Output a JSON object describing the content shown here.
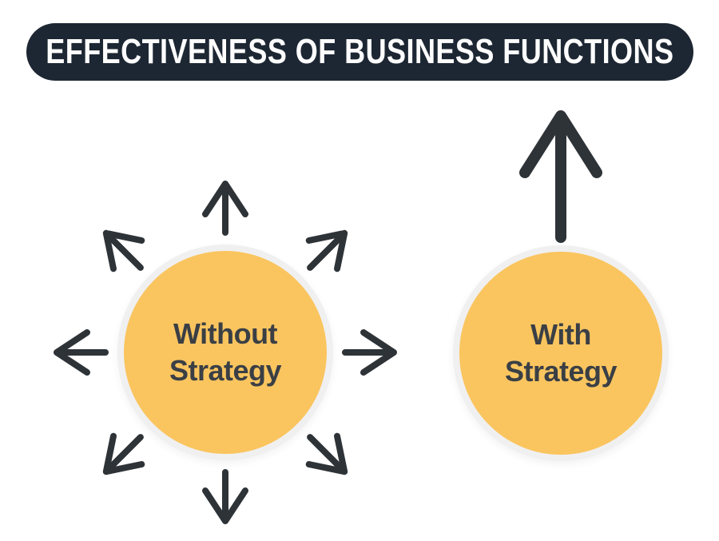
{
  "title_banner": {
    "text": "EFFECTIVENESS OF BUSINESS FUNCTIONS"
  },
  "colors": {
    "background": "#FFFFFF",
    "banner_bg": "#1D2733",
    "banner_text": "#FDFDFD",
    "circle_fill": "#FAC55F",
    "circle_ring": "#F0F0F1",
    "label_text": "#3A3F45",
    "arrow": "#2E3338"
  },
  "diagram": {
    "without_strategy": {
      "lines": [
        "Without",
        "Strategy"
      ],
      "arrow_directions": [
        "N",
        "NE",
        "E",
        "SE",
        "S",
        "SW",
        "W",
        "NW"
      ]
    },
    "with_strategy": {
      "lines": [
        "With",
        "Strategy"
      ],
      "arrow_directions": [
        "UP"
      ]
    }
  }
}
